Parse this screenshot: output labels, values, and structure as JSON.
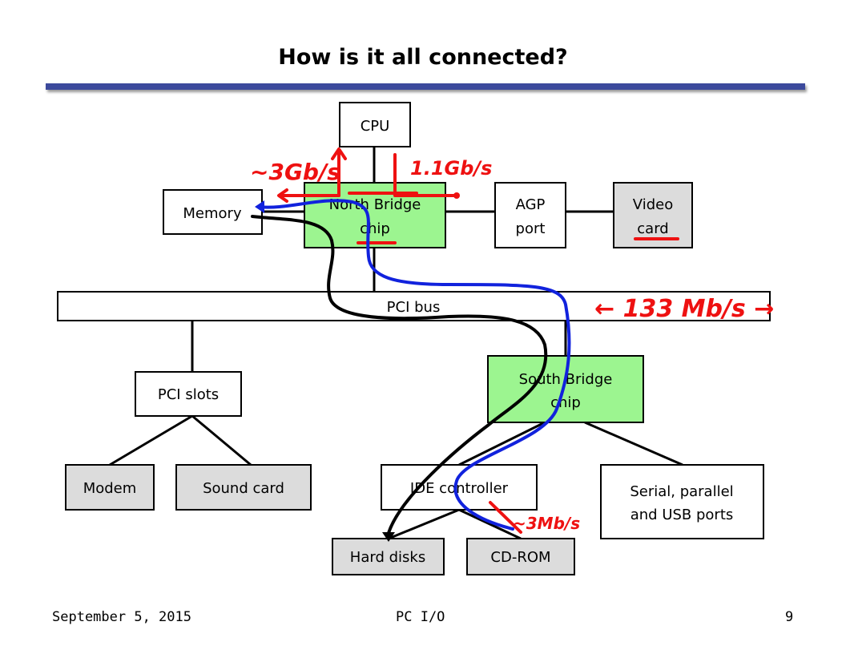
{
  "slide": {
    "title": "How is it all connected?",
    "footer_date": "September  5, 2015",
    "footer_topic": "PC I/O",
    "page_number": "9"
  },
  "boxes": {
    "cpu": "CPU",
    "memory": "Memory",
    "north_bridge_1": "North Bridge",
    "north_bridge_2": "chip",
    "agp_1": "AGP",
    "agp_2": "port",
    "video_1": "Video",
    "video_2": "card",
    "pci_bus": "PCI bus",
    "pci_slots": "PCI slots",
    "south_bridge_1": "South Bridge",
    "south_bridge_2": "chip",
    "modem": "Modem",
    "sound_card": "Sound card",
    "ide": "IDE controller",
    "serial_1": "Serial, parallel",
    "serial_2": "and USB ports",
    "hard_disks": "Hard disks",
    "cd_rom": "CD-ROM"
  },
  "annotations": {
    "mem_bw": "~3Gb/s",
    "cpu_bw": "1.1Gb/s",
    "pci_bw": "← 133 Mb/s →",
    "ide_bw": "~3Mb/s"
  },
  "colors": {
    "chip_green": "#9cf590",
    "peripheral_gray": "#dcdcdc",
    "ink_red": "#ee1111",
    "ink_blue": "#1122dd",
    "rule_blue": "#3c4a9c"
  }
}
